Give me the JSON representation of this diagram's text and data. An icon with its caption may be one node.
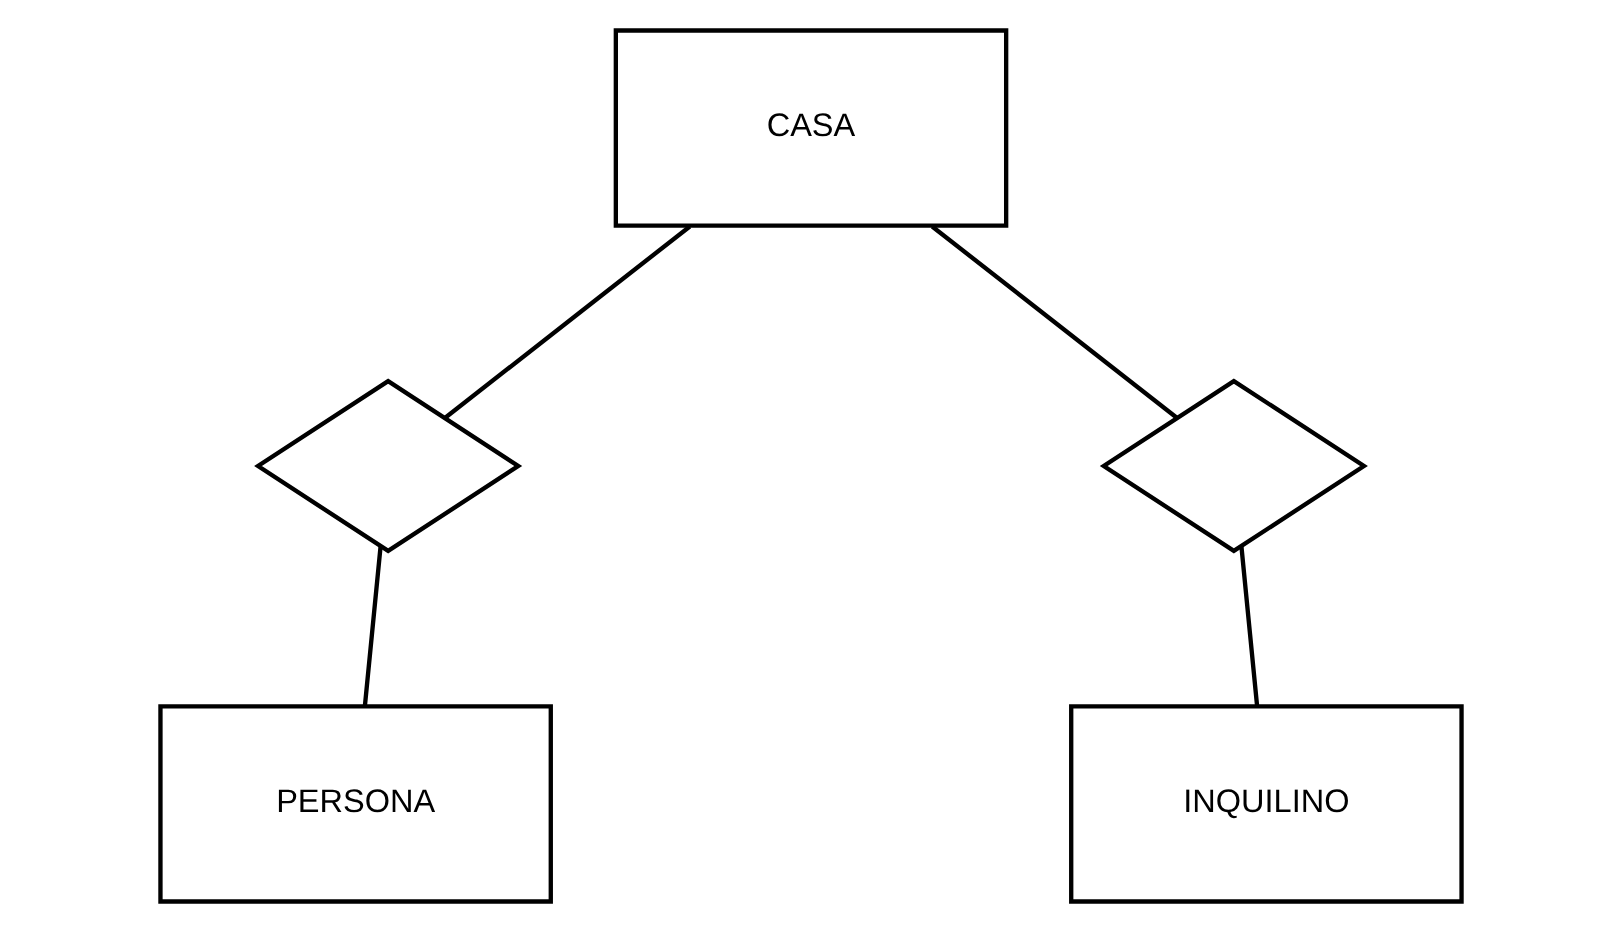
{
  "diagram": {
    "nodes": [
      {
        "text": [
          "CASA"
        ]
      },
      {
        "text": [],
        "shape": "diamond"
      },
      {
        "text": [],
        "shape": "diamond"
      },
      {
        "text": [
          "PERSONA"
        ]
      },
      {
        "text": [
          "INQUILINO"
        ]
      }
    ],
    "edges": [
      {
        "from": 0,
        "to": 1,
        "arrow": "none"
      },
      {
        "from": 1,
        "to": 3,
        "arrow": "none"
      },
      {
        "from": 0,
        "to": 2,
        "arrow": "none"
      },
      {
        "from": 2,
        "to": 4,
        "arrow": "none"
      }
    ]
  }
}
